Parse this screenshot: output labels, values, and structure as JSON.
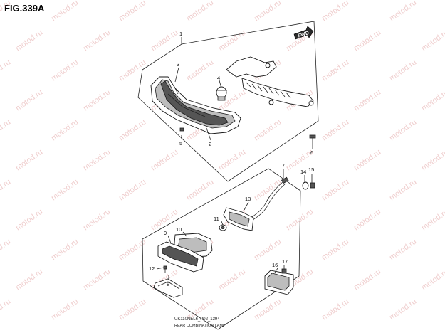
{
  "figure": {
    "title": "FIG.339A",
    "drawing_code": "UK110NEL6_P02_1394",
    "caption": "REAR COMBINATION LAMP",
    "direction_label": "FWD"
  },
  "watermark": {
    "text": "motod.ru",
    "color": "#e3a6a6"
  },
  "callouts": {
    "c1": "1",
    "c2": "2",
    "c3": "3",
    "c4": "4",
    "c5": "5",
    "c6": "6",
    "c7": "7",
    "c8": "8",
    "c9": "9",
    "c10": "10",
    "c11": "11",
    "c12": "12",
    "c13": "13",
    "c14": "14",
    "c15": "15",
    "c16": "16",
    "c17": "17"
  }
}
